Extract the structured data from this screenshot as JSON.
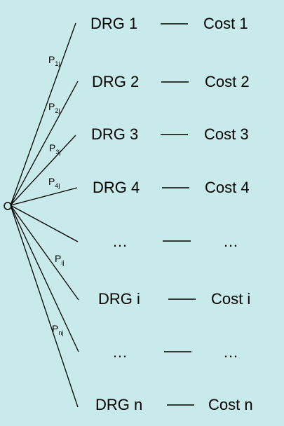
{
  "colors": {
    "background": "#c9eaea",
    "line": "#000000",
    "text": "#000000"
  },
  "rows": [
    {
      "drg": "DRG 1",
      "cost": "Cost 1"
    },
    {
      "drg": "DRG 2",
      "cost": "Cost 2"
    },
    {
      "drg": "DRG 3",
      "cost": "Cost 3"
    },
    {
      "drg": "DRG 4",
      "cost": "Cost 4"
    },
    {
      "drg": "…",
      "cost": "…"
    },
    {
      "drg": "DRG i",
      "cost": "Cost i"
    },
    {
      "drg": "…",
      "cost": "…"
    },
    {
      "drg": "DRG n",
      "cost": "Cost n"
    }
  ],
  "probabilities": [
    {
      "base": "P",
      "sub": "1j"
    },
    {
      "base": "P",
      "sub": "2j"
    },
    {
      "base": "P",
      "sub": "3j"
    },
    {
      "base": "P",
      "sub": "4j"
    },
    {
      "base": "P",
      "sub": "ij"
    },
    {
      "base": "P",
      "sub": "nj"
    }
  ]
}
